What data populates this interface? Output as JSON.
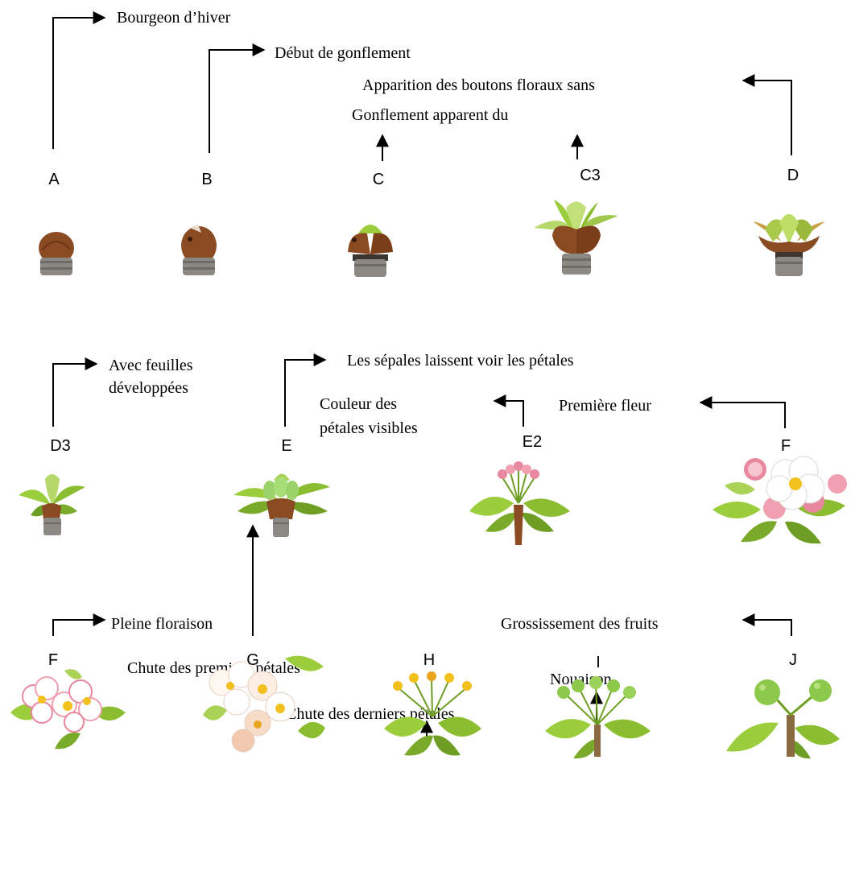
{
  "captions": {
    "bourgeon": "Bourgeon d’hiver",
    "debut": "Début de gonflement",
    "apparition": "Apparition des boutons floraux sans",
    "gonflement": "Gonflement apparent du",
    "avec_feuilles_1": "Avec feuilles",
    "avec_feuilles_2": "développées",
    "sepales": "Les sépales laissent voir les pétales",
    "couleur_1": "Couleur des",
    "couleur_2": "pétales visibles",
    "premiere": "Première fleur",
    "pleine": "Pleine floraison",
    "chute_premiers": "Chute des premiers pétales",
    "chute_derniers": "Chute des derniers pétales",
    "nouaison": "Nouaison",
    "grossissement": "Grossissement des fruits"
  },
  "stages": {
    "A": "A",
    "B": "B",
    "C": "C",
    "C3": "C3",
    "D": "D",
    "D3": "D3",
    "E": "E",
    "E2": "E2",
    "F_top": "F",
    "F": "F",
    "G": "G",
    "H": "H",
    "I": "I",
    "J": "J"
  },
  "icons": {
    "bud_colors": {
      "scale": "#8a4a22",
      "collar": "#8c8883",
      "leaf": "#9ccd3c",
      "leaf_dark": "#6e9e24"
    },
    "flower_colors": {
      "petal": "#ffffff",
      "pink": "#e8889e",
      "stamen": "#f2c11e",
      "fruit": "#8cc84a"
    }
  }
}
